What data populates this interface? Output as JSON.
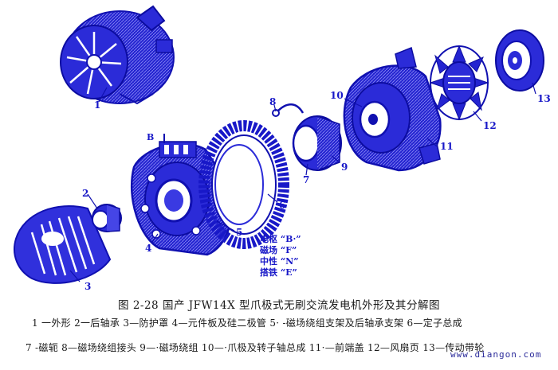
{
  "parts": [
    {
      "num": "1"
    },
    {
      "num": "2"
    },
    {
      "num": "3"
    },
    {
      "num": "4"
    },
    {
      "num": "5"
    },
    {
      "num": "6"
    },
    {
      "num": "7"
    },
    {
      "num": "8"
    },
    {
      "num": "9"
    },
    {
      "num": "10"
    },
    {
      "num": "11"
    },
    {
      "num": "12"
    },
    {
      "num": "13"
    }
  ],
  "terminal_label": "B",
  "legend": [
    "电枢 “B·”",
    "磁场 “F”",
    "中性 “N”",
    "搭铁 “E”"
  ],
  "caption": {
    "title": "图 2-28   国产 JFW14X 型爪极式无刷交流发电机外形及其分解图",
    "line1": "1 一外形   2一后轴承   3—防护罩   4—元件板及硅二极管   5· -磁场绕组支架及后轴承支架   6—定子总成",
    "line2": "7 -磁轭   8—磁场绕组接头   9—·磁场绕组   10—·爪极及转子轴总成   11·—前端盖   12—风扇页   13—传动带轮"
  },
  "watermark": "www.diangon.com",
  "colors": {
    "ink": "#1818c8",
    "fill": "#2b2bd8",
    "light": "#5a5af0",
    "bg": "#ffffff"
  }
}
